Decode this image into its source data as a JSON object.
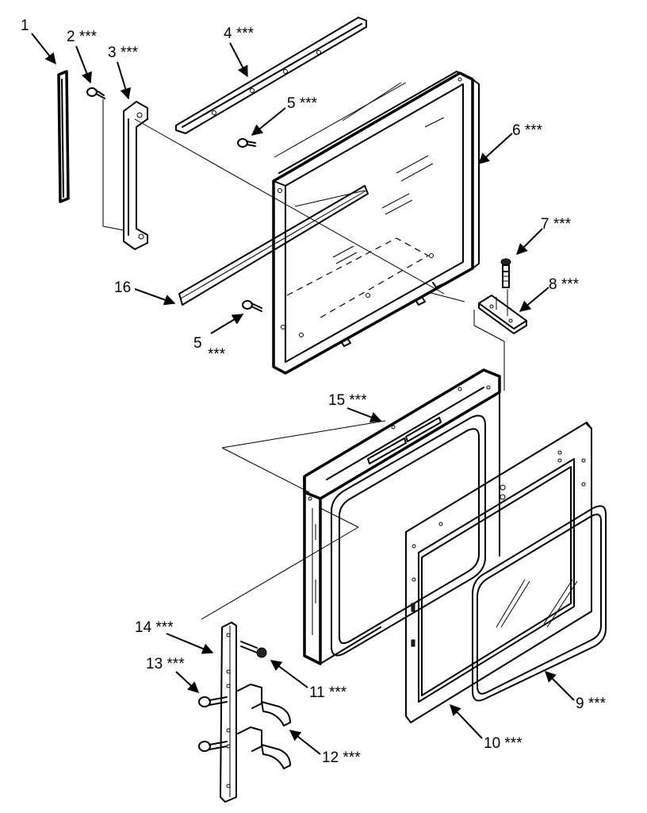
{
  "callouts": [
    {
      "id": "1",
      "text": "1"
    },
    {
      "id": "2",
      "text": "2 ***"
    },
    {
      "id": "3",
      "text": "3 ***"
    },
    {
      "id": "4",
      "text": "4 ***"
    },
    {
      "id": "5a",
      "text": "5 ***"
    },
    {
      "id": "6",
      "text": "6 ***"
    },
    {
      "id": "7",
      "text": "7 ***"
    },
    {
      "id": "8",
      "text": "8 ***"
    },
    {
      "id": "16",
      "text": "16"
    },
    {
      "id": "5b",
      "text": "5"
    },
    {
      "id": "5b_stars",
      "text": "***"
    },
    {
      "id": "15",
      "text": "15 ***"
    },
    {
      "id": "14",
      "text": "14 ***"
    },
    {
      "id": "13",
      "text": "13 ***"
    },
    {
      "id": "11",
      "text": "11 ***"
    },
    {
      "id": "12",
      "text": "12 ***"
    },
    {
      "id": "10",
      "text": "10 ***"
    },
    {
      "id": "9",
      "text": "9 ***"
    }
  ]
}
